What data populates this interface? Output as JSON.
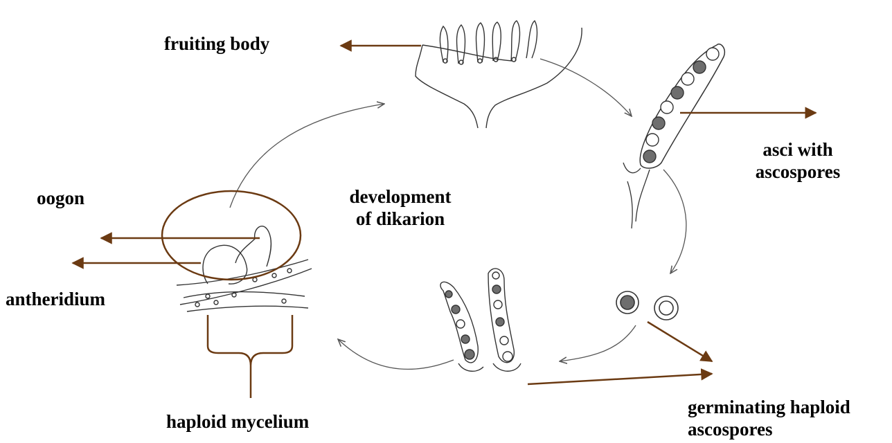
{
  "labels": {
    "fruiting_body": "fruiting body",
    "asci_line1": "asci with",
    "asci_line2": "ascospores",
    "oogon": "oogon",
    "antheridium": "antheridium",
    "development_line1": "development",
    "development_line2": "of dikarion",
    "haploid_mycelium": "haploid mycelium",
    "germinating_line1": "germinating haploid",
    "germinating_line2": "ascospores"
  },
  "colors": {
    "label_arrow": "#6b3a12",
    "sketch_line": "#555555",
    "spore_fill": "#6e6e6e",
    "text": "#000000"
  }
}
